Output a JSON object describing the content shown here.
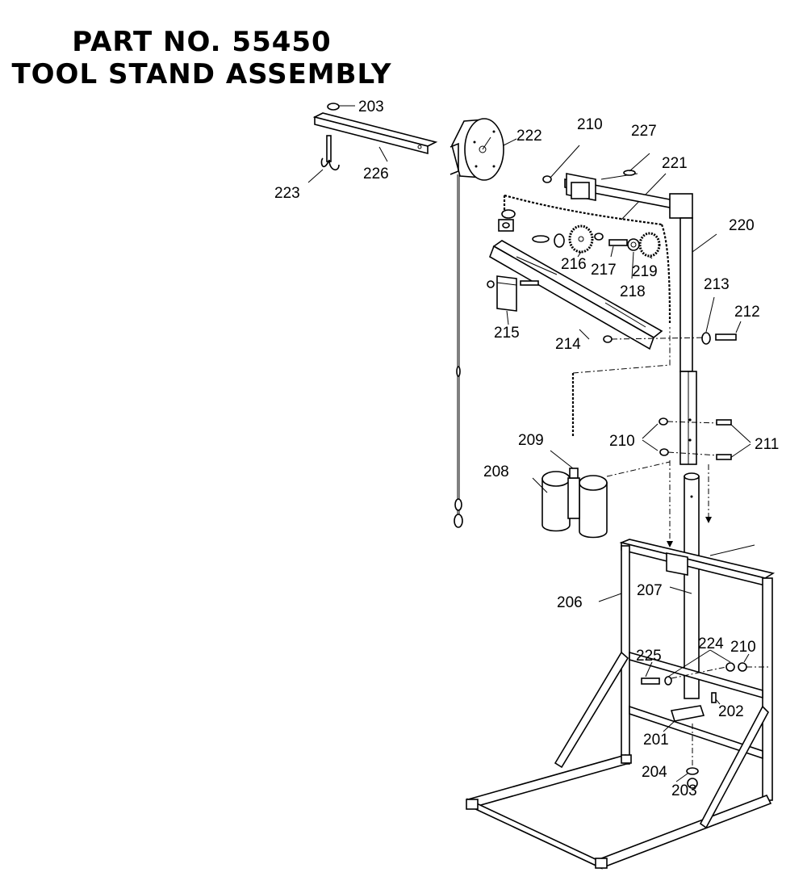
{
  "title": {
    "line1": "PART NO. 55450",
    "line2": "TOOL STAND ASSEMBLY"
  },
  "callouts": {
    "c201": "201",
    "c202": "202",
    "c203a": "203",
    "c203b": "203",
    "c204": "204",
    "c206": "206",
    "c207": "207",
    "c208": "208",
    "c209": "209",
    "c210a": "210",
    "c210b": "210",
    "c210c": "210",
    "c211": "211",
    "c212": "212",
    "c213": "213",
    "c214": "214",
    "c215": "215",
    "c216": "216",
    "c217": "217",
    "c218": "218",
    "c219": "219",
    "c220": "220",
    "c221": "221",
    "c222": "222",
    "c223": "223",
    "c224": "224",
    "c225": "225",
    "c226": "226",
    "c227": "227"
  }
}
